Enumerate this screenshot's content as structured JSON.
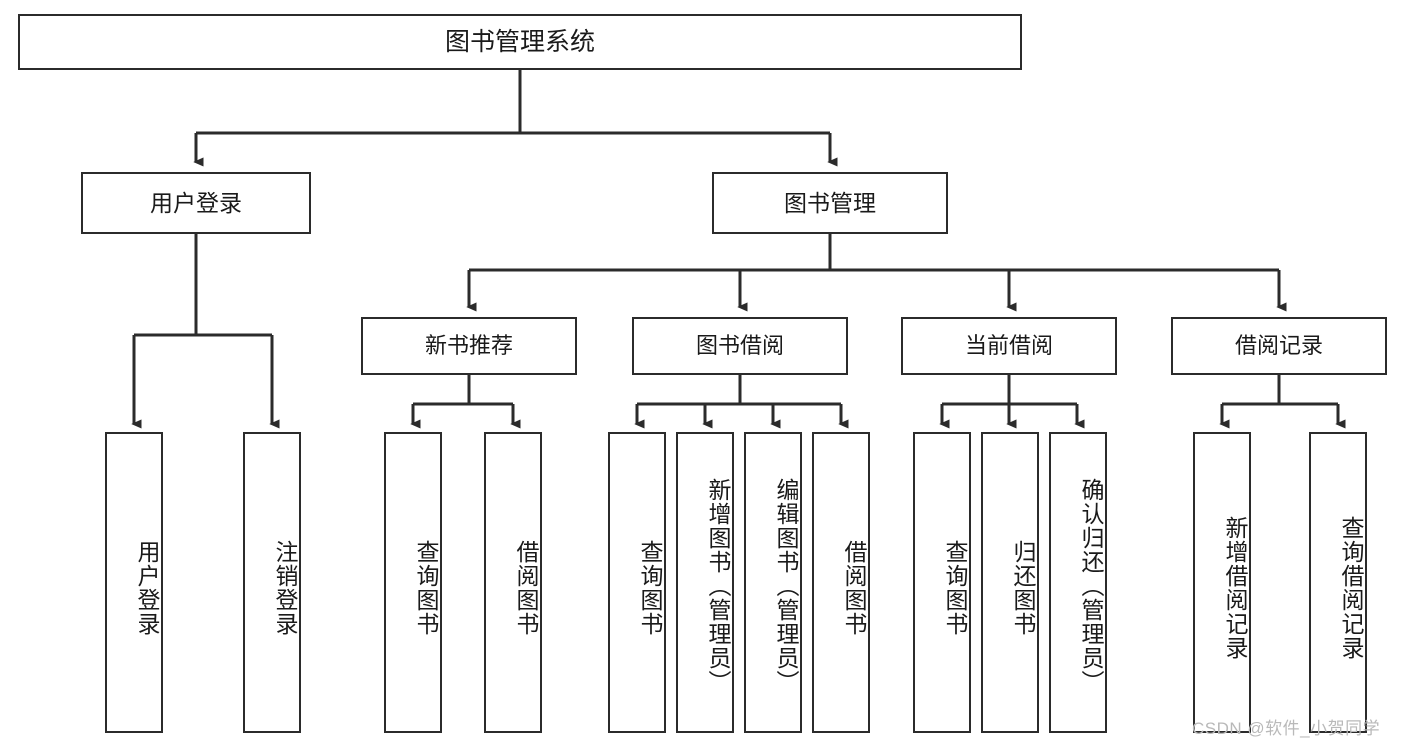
{
  "diagram": {
    "title": "图书管理系统",
    "type": "tree-hierarchy",
    "root": {
      "id": "root",
      "label": "图书管理系统"
    },
    "level1": [
      {
        "id": "user-login",
        "label": "用户登录"
      },
      {
        "id": "book-manage",
        "label": "图书管理"
      }
    ],
    "level2": [
      {
        "id": "new-book-rec",
        "label": "新书推荐",
        "parent": "book-manage"
      },
      {
        "id": "book-borrow",
        "label": "图书借阅",
        "parent": "book-manage"
      },
      {
        "id": "current-borrow",
        "label": "当前借阅",
        "parent": "book-manage"
      },
      {
        "id": "borrow-record",
        "label": "借阅记录",
        "parent": "book-manage"
      }
    ],
    "leaves": [
      {
        "id": "leaf-user-login",
        "label": "用户登录",
        "parent": "user-login"
      },
      {
        "id": "leaf-logout",
        "label": "注销登录",
        "parent": "user-login"
      },
      {
        "id": "leaf-query-book-1",
        "label": "查询图书",
        "parent": "new-book-rec"
      },
      {
        "id": "leaf-borrow-book-1",
        "label": "借阅图书",
        "parent": "new-book-rec"
      },
      {
        "id": "leaf-query-book-2",
        "label": "查询图书",
        "parent": "book-borrow"
      },
      {
        "id": "leaf-add-book",
        "label": "新增图书（管理员）",
        "parent": "book-borrow"
      },
      {
        "id": "leaf-edit-book",
        "label": "编辑图书（管理员）",
        "parent": "book-borrow"
      },
      {
        "id": "leaf-borrow-book-2",
        "label": "借阅图书",
        "parent": "book-borrow"
      },
      {
        "id": "leaf-query-book-3",
        "label": "查询图书",
        "parent": "current-borrow"
      },
      {
        "id": "leaf-return-book",
        "label": "归还图书",
        "parent": "current-borrow"
      },
      {
        "id": "leaf-confirm-return",
        "label": "确认归还（管理员）",
        "parent": "current-borrow"
      },
      {
        "id": "leaf-add-record",
        "label": "新增借阅记录",
        "parent": "borrow-record"
      },
      {
        "id": "leaf-query-record",
        "label": "查询借阅记录",
        "parent": "borrow-record"
      }
    ],
    "watermark": "CSDN @软件_小贺同学",
    "colors": {
      "stroke": "#2b2b2b",
      "fill": "#ffffff",
      "text": "#1a1a1a",
      "watermark": "#b9b9b9"
    }
  }
}
